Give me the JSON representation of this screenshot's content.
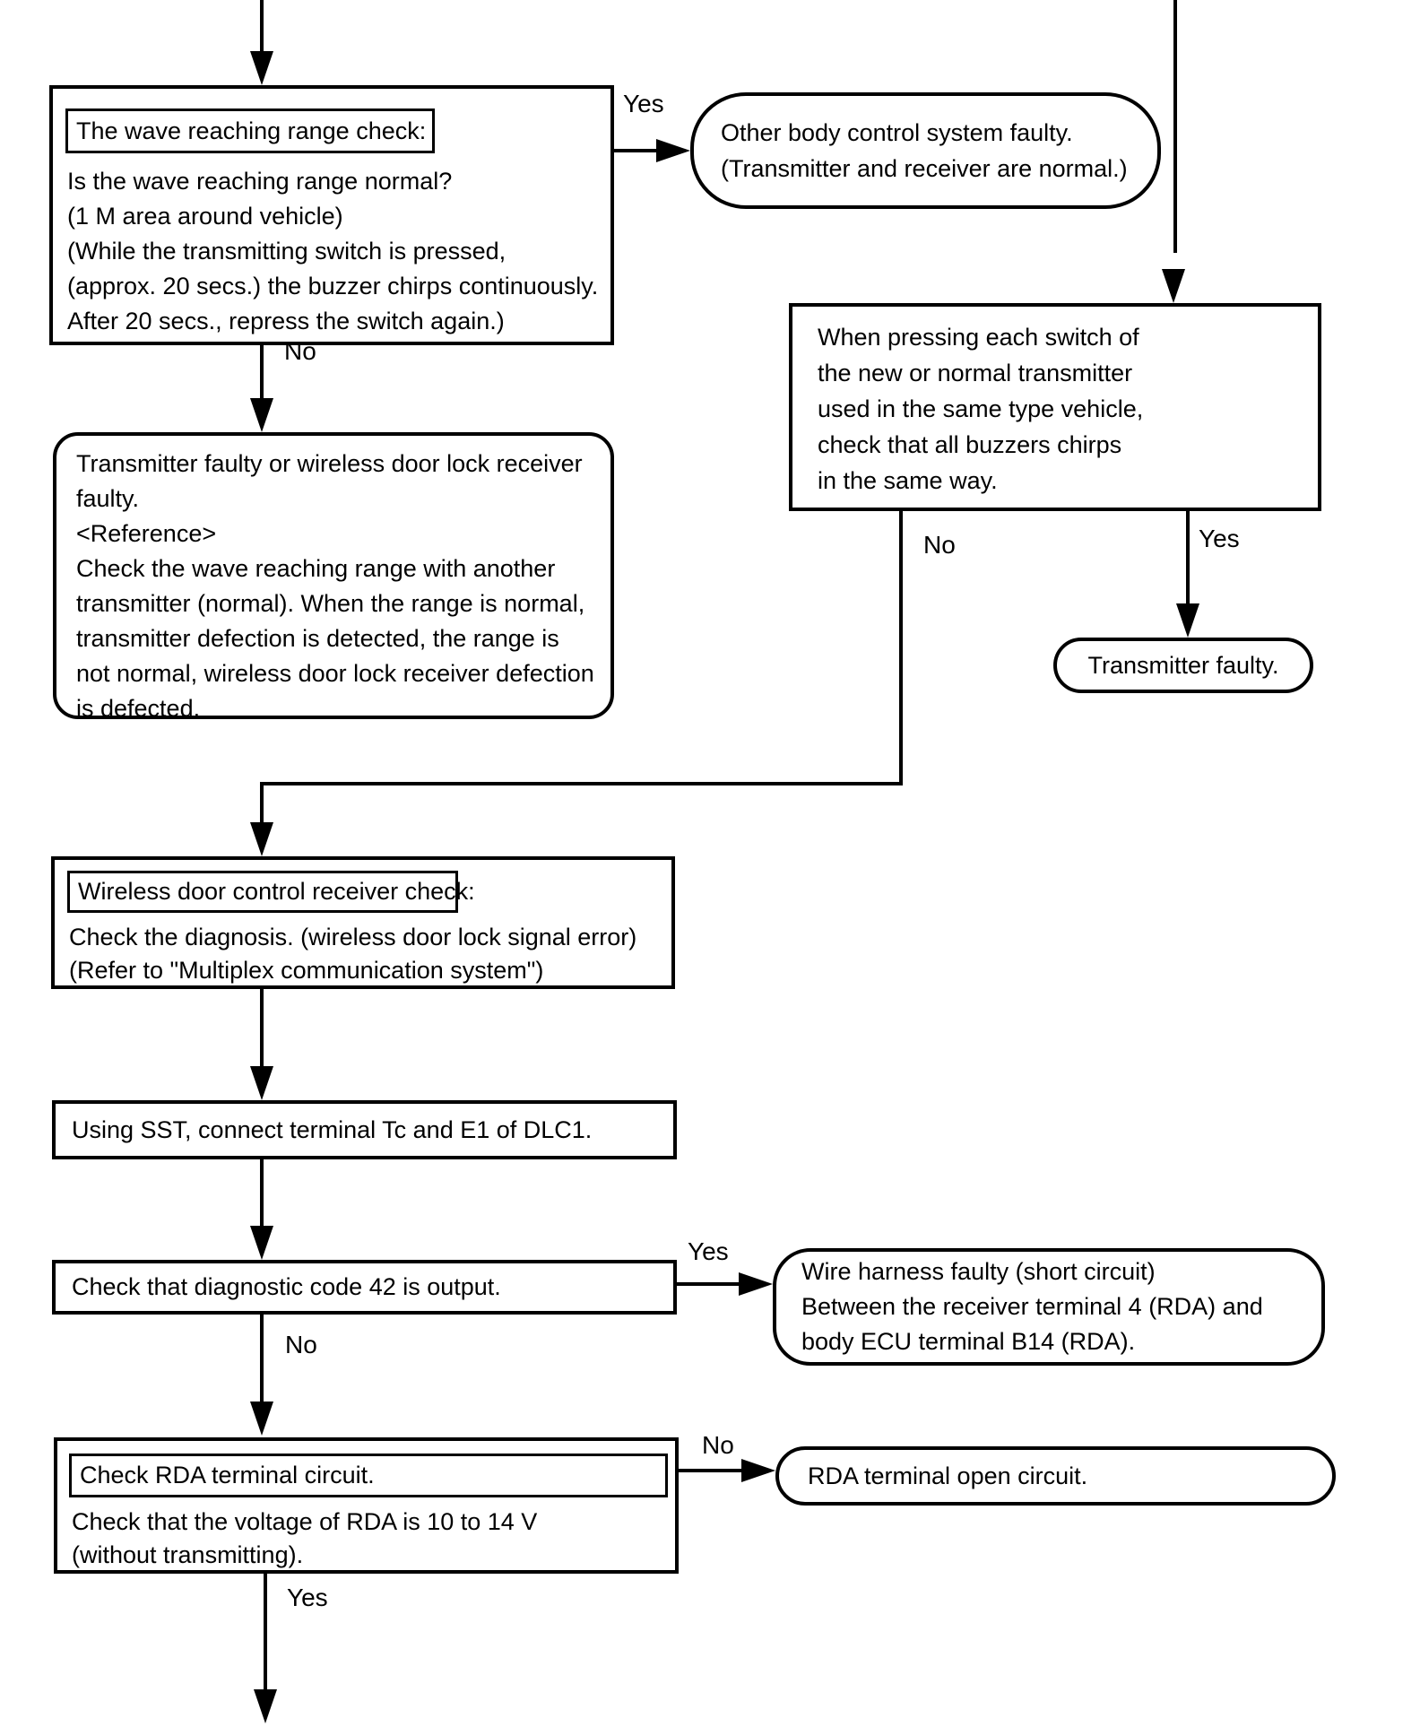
{
  "diagram": {
    "labels": {
      "yes": "Yes",
      "no": "No"
    },
    "nodes": {
      "wave_check": {
        "title": "The wave reaching range check:",
        "lines": [
          "Is the wave reaching range normal?",
          "(1 M area around vehicle)",
          "(While the transmitting switch is pressed,",
          "(approx. 20 secs.) the buzzer chirps continuously.",
          "After 20 secs., repress the switch again.)"
        ]
      },
      "other_body_faulty": {
        "lines": [
          "Other body control system faulty.",
          "(Transmitter and receiver are normal.)"
        ]
      },
      "transmitter_or_receiver_faulty": {
        "lines": [
          "Transmitter faulty or wireless door lock receiver",
          "faulty.",
          "<Reference>",
          "Check the wave reaching range with another",
          "transmitter (normal). When the range is normal,",
          "transmitter defection is detected, the range is",
          "not normal, wireless door lock receiver defection",
          "is defected."
        ]
      },
      "same_type_transmitter_check": {
        "lines": [
          "When pressing each switch of",
          "the new or normal transmitter",
          "used in the same type vehicle,",
          "check that all buzzers chirps",
          "in the same way."
        ]
      },
      "transmitter_faulty": {
        "lines": [
          "Transmitter faulty."
        ]
      },
      "receiver_check": {
        "title": "Wireless door control receiver check:",
        "lines": [
          "Check the diagnosis. (wireless door lock signal error)",
          "(Refer to \"Multiplex communication system\")"
        ]
      },
      "sst_connect": {
        "lines": [
          "Using SST, connect terminal Tc and E1 of DLC1."
        ]
      },
      "diagnostic_code": {
        "lines": [
          "Check that diagnostic code 42 is output."
        ]
      },
      "wire_harness_faulty": {
        "lines": [
          "Wire harness faulty (short circuit)",
          "Between the receiver terminal 4 (RDA) and",
          "body ECU terminal B14 (RDA)."
        ]
      },
      "rda_terminal_check": {
        "title": "Check RDA terminal circuit.",
        "lines": [
          "Check that the voltage of RDA is 10 to 14 V",
          "(without transmitting)."
        ]
      },
      "rda_open_circuit": {
        "lines": [
          "RDA terminal open circuit."
        ]
      }
    }
  }
}
